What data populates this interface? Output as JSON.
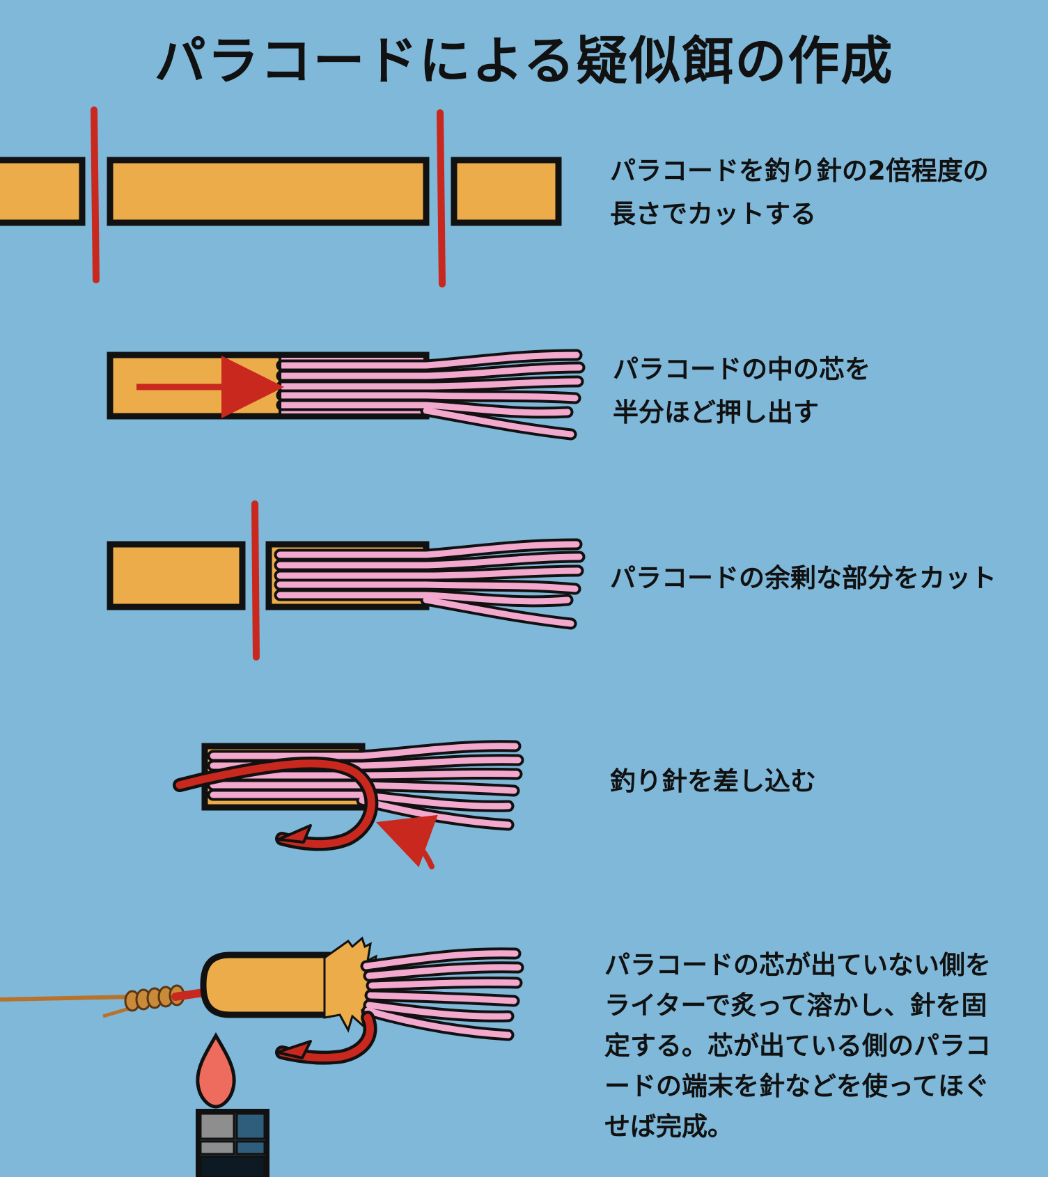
{
  "title": "パラコードによる疑似餌の作成",
  "steps": [
    {
      "text": "パラコードを釣り針の2倍程度の\n長さでカットする"
    },
    {
      "text": "パラコードの中の芯を\n半分ほど押し出す"
    },
    {
      "text": "パラコードの余剰な部分をカット"
    },
    {
      "text": "釣り針を差し込む"
    },
    {
      "text": "パラコードの芯が出ていない側を\nライターで炙って溶かし、針を固\n定する。芯が出ている側のパラコ\nードの端末を針などを使ってほぐ\nせば完成。"
    }
  ],
  "colors": {
    "background": "#7fb8d9",
    "cord": "#ecac4a",
    "core": "#f2a9cd",
    "cut_line": "#c8281e",
    "flame": "#ee6c5e",
    "outline": "#111111"
  }
}
